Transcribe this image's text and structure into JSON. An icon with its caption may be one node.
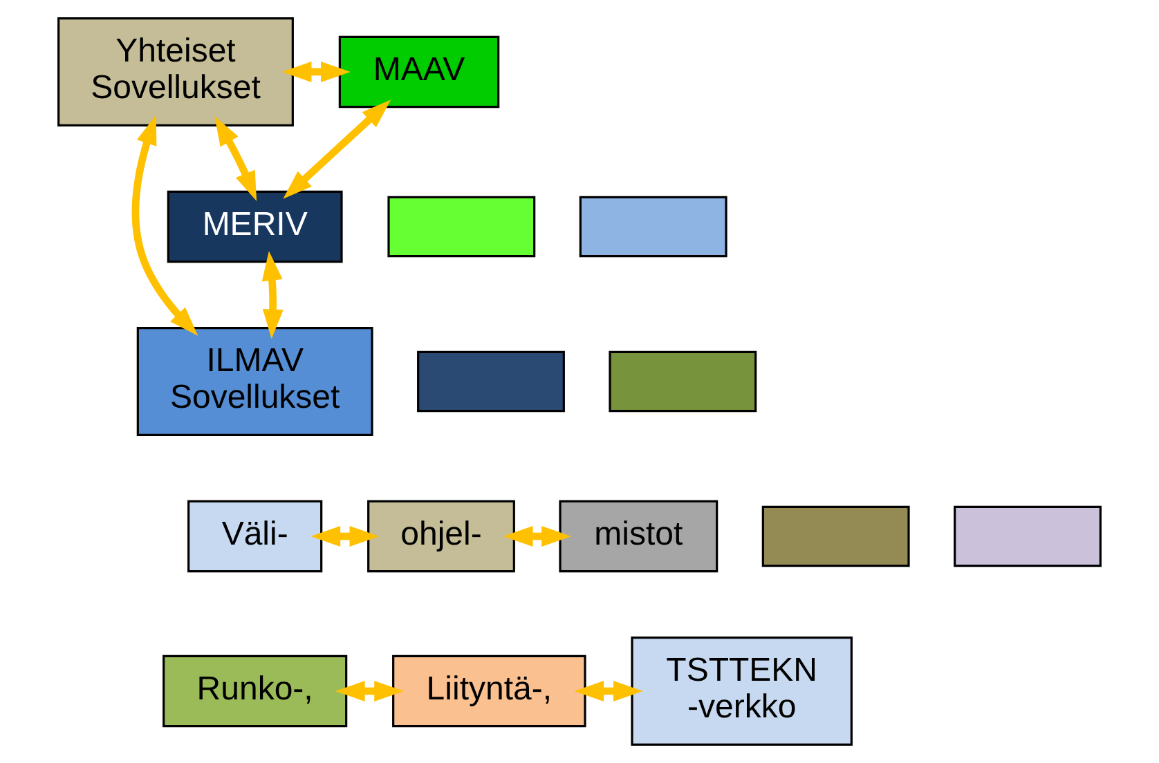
{
  "diagram": {
    "nodes": [
      {
        "text": [
          "MAAV"
        ]
      },
      {
        "text": [
          "Yhteiset",
          "Sovellukset"
        ]
      },
      {
        "text": [
          "MERIV"
        ]
      },
      {
        "text": [
          "ILMAV",
          "Sovellukset"
        ]
      },
      {
        "text": [
          "Väli-"
        ]
      },
      {
        "text": [
          "ohjel-"
        ]
      },
      {
        "text": [
          "mistot"
        ]
      },
      {
        "text": [
          "Runko-,"
        ]
      },
      {
        "text": [
          "Liityntä-,"
        ]
      },
      {
        "text": [
          "TSTTEKN",
          "-verkko"
        ]
      },
      {
        "text": [],
        "shape": "box"
      },
      {
        "text": [],
        "shape": "box"
      },
      {
        "text": [],
        "shape": "box"
      },
      {
        "text": [],
        "shape": "box"
      },
      {
        "text": [],
        "shape": "box"
      },
      {
        "text": [],
        "shape": "box"
      }
    ],
    "edges": [
      {
        "from": 1,
        "to": 0,
        "arrow": "both"
      },
      {
        "from": 0,
        "to": 2,
        "arrow": "both"
      },
      {
        "from": 1,
        "to": 2,
        "arrow": "both"
      },
      {
        "from": 2,
        "to": 3,
        "arrow": "both"
      },
      {
        "from": 1,
        "to": 3,
        "arrow": "both"
      },
      {
        "from": 4,
        "to": 5,
        "arrow": "both"
      },
      {
        "from": 5,
        "to": 6,
        "arrow": "both"
      },
      {
        "from": 7,
        "to": 8,
        "arrow": "both"
      },
      {
        "from": 8,
        "to": 9,
        "arrow": "both"
      }
    ]
  }
}
